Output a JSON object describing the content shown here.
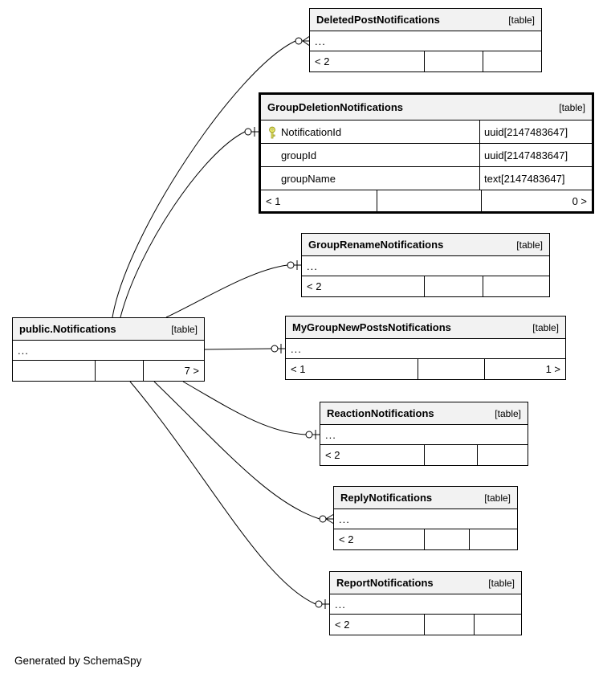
{
  "app": {
    "generator_note": "Generated by SchemaSpy"
  },
  "style": {
    "background": "#ffffff",
    "border_color": "#000000",
    "header_bg": "#f2f2f2",
    "key_icon_color": "#efef6e",
    "line_color": "#000000"
  },
  "tables": {
    "notifications": {
      "name": "public.Notifications",
      "badge": "[table]",
      "ellipsis": "...",
      "footer": {
        "left": "",
        "mid": "",
        "right": "7 >"
      }
    },
    "deleted_post": {
      "name": "DeletedPostNotifications",
      "badge": "[table]",
      "ellipsis": "...",
      "footer": {
        "left": "< 2",
        "mid": "",
        "right": ""
      }
    },
    "group_deletion": {
      "name": "GroupDeletionNotifications",
      "badge": "[table]",
      "columns": [
        {
          "name": "NotificationId",
          "type": "uuid[2147483647]",
          "icon": "primary-key-icon"
        },
        {
          "name": "groupId",
          "type": "uuid[2147483647]"
        },
        {
          "name": "groupName",
          "type": "text[2147483647]"
        }
      ],
      "footer": {
        "left": "< 1",
        "mid": "",
        "right": "0 >"
      }
    },
    "group_rename": {
      "name": "GroupRenameNotifications",
      "badge": "[table]",
      "ellipsis": "...",
      "footer": {
        "left": "< 2",
        "mid": "",
        "right": ""
      }
    },
    "my_group_new_posts": {
      "name": "MyGroupNewPostsNotifications",
      "badge": "[table]",
      "ellipsis": "...",
      "footer": {
        "left": "< 1",
        "mid": "",
        "right": "1 >"
      }
    },
    "reaction": {
      "name": "ReactionNotifications",
      "badge": "[table]",
      "ellipsis": "...",
      "footer": {
        "left": "< 2",
        "mid": "",
        "right": ""
      }
    },
    "reply": {
      "name": "ReplyNotifications",
      "badge": "[table]",
      "ellipsis": "...",
      "footer": {
        "left": "< 2",
        "mid": "",
        "right": ""
      }
    },
    "report": {
      "name": "ReportNotifications",
      "badge": "[table]",
      "ellipsis": "...",
      "footer": {
        "left": "< 2",
        "mid": "",
        "right": ""
      }
    }
  }
}
